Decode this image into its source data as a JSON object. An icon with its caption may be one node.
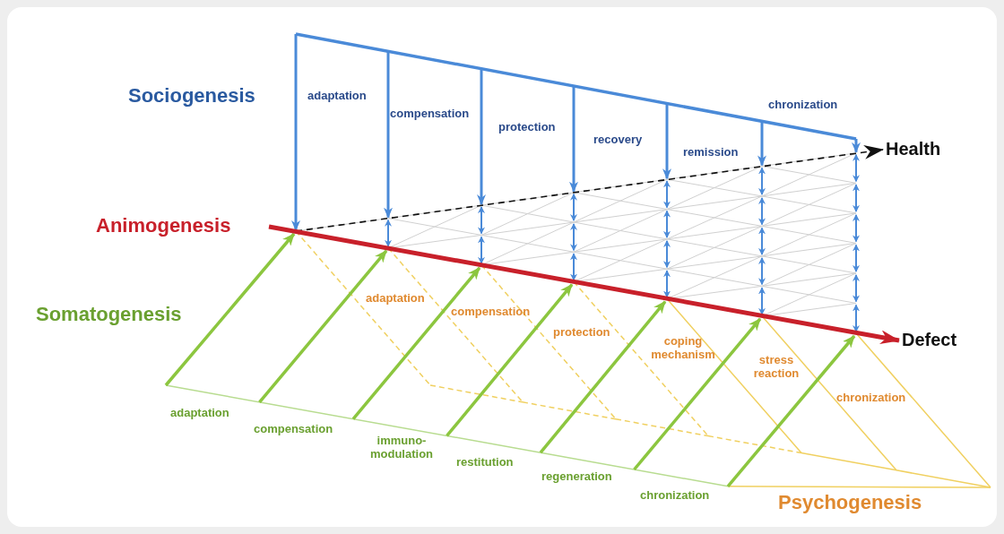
{
  "diagram": {
    "nodes": [
      {
        "text": [
          "Health"
        ]
      },
      {
        "text": [
          "Defect"
        ]
      }
    ],
    "edges": [
      {
        "from": null,
        "to": 0,
        "arrow": "to",
        "style": "dashed"
      },
      {
        "from": null,
        "to": 1,
        "arrow": "to",
        "style": "thick",
        "color": "#c8202a"
      }
    ],
    "labels": [
      "Sociogenesis",
      "adaptation",
      "compensation",
      "protection",
      "recovery",
      "remission",
      "chronization",
      "Animogenesis",
      "Somatogenesis",
      "adaptation",
      "compensation",
      "protection",
      "coping mechanism",
      "stress reaction",
      "chronization",
      "adaptation",
      "compensation",
      "immuno- modulation",
      "restitution",
      "regeneration",
      "chronization",
      "Psychogenesis"
    ]
  }
}
